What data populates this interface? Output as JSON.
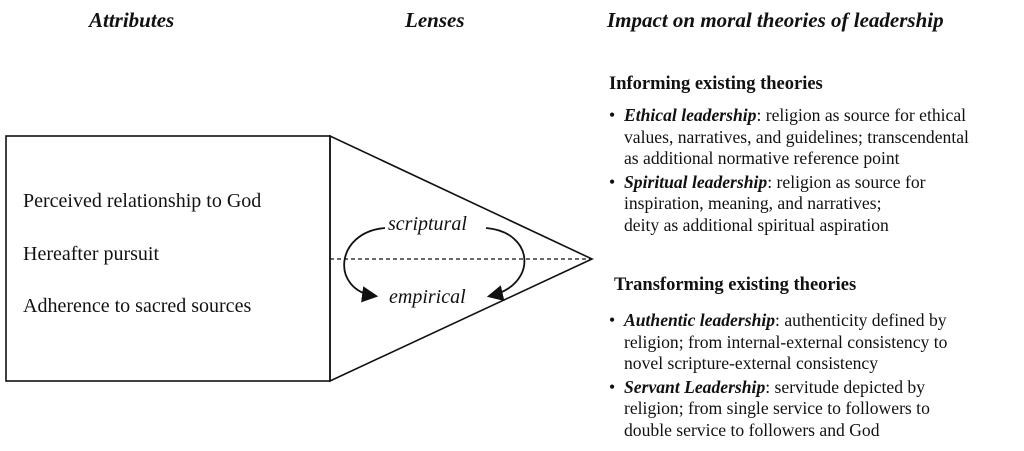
{
  "headers": {
    "attributes": "Attributes",
    "lenses": "Lenses",
    "impact": "Impact on moral theories of leadership"
  },
  "attributes": [
    "Perceived relationship to God",
    "Hereafter pursuit",
    "Adherence to sacred sources"
  ],
  "lenses": [
    "scriptural",
    "empirical"
  ],
  "sections": [
    {
      "title": "Informing existing theories",
      "items": [
        {
          "term": "Ethical leadership",
          "lines": [
            ": religion as source for ethical",
            "values, narratives, and guidelines; transcendental",
            "as additional normative reference point"
          ]
        },
        {
          "term": "Spiritual leadership",
          "lines": [
            ": religion as source for",
            "inspiration, meaning, and narratives;",
            "deity as additional spiritual aspiration"
          ]
        }
      ]
    },
    {
      "title": "Transforming existing theories",
      "items": [
        {
          "term": "Authentic leadership",
          "lines": [
            ": authenticity defined by",
            "religion; from internal-external consistency to",
            "novel scripture-external consistency"
          ]
        },
        {
          "term": "Servant Leadership",
          "lines": [
            ": servitude depicted by",
            "religion; from single service to followers to",
            "double service to followers and God"
          ]
        }
      ]
    }
  ]
}
